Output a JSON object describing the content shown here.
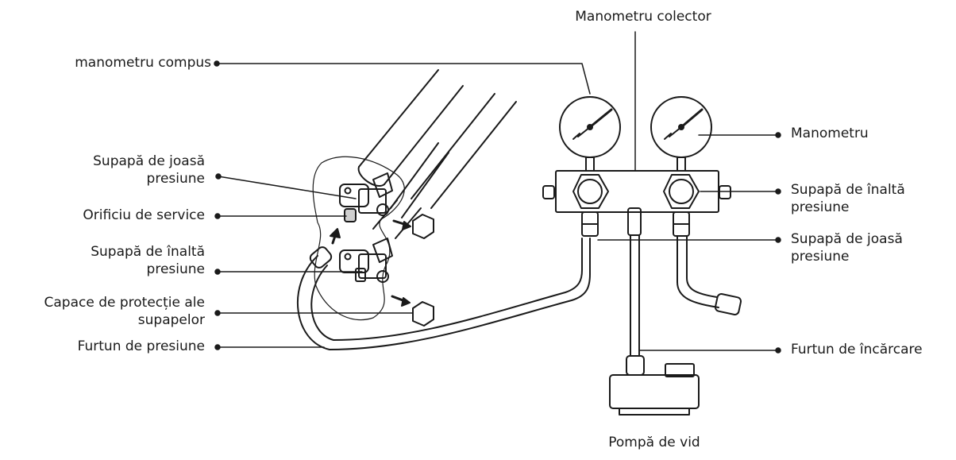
{
  "diagram": {
    "title": "Manometru colector",
    "bottom_label": "Pompă de vid",
    "left_labels": {
      "compound_gauge": "manometru compus",
      "low_valve_1": "Supapă de joasă",
      "low_valve_2": "presiune",
      "service_port": "Orificiu de service",
      "high_valve_1": "Supapă de înaltă",
      "high_valve_2": "presiune",
      "caps_1": "Capace de protecție ale",
      "caps_2": "supapelor",
      "pressure_hose": "Furtun de presiune"
    },
    "right_labels": {
      "gauge": "Manometru",
      "high_valve_1": "Supapă de înaltă",
      "high_valve_2": "presiune",
      "low_valve_1": "Supapă de joasă",
      "low_valve_2": "presiune",
      "charge_hose": "Furtun de încărcare"
    },
    "colors": {
      "line": "#1a1a1a",
      "background": "#ffffff"
    }
  }
}
